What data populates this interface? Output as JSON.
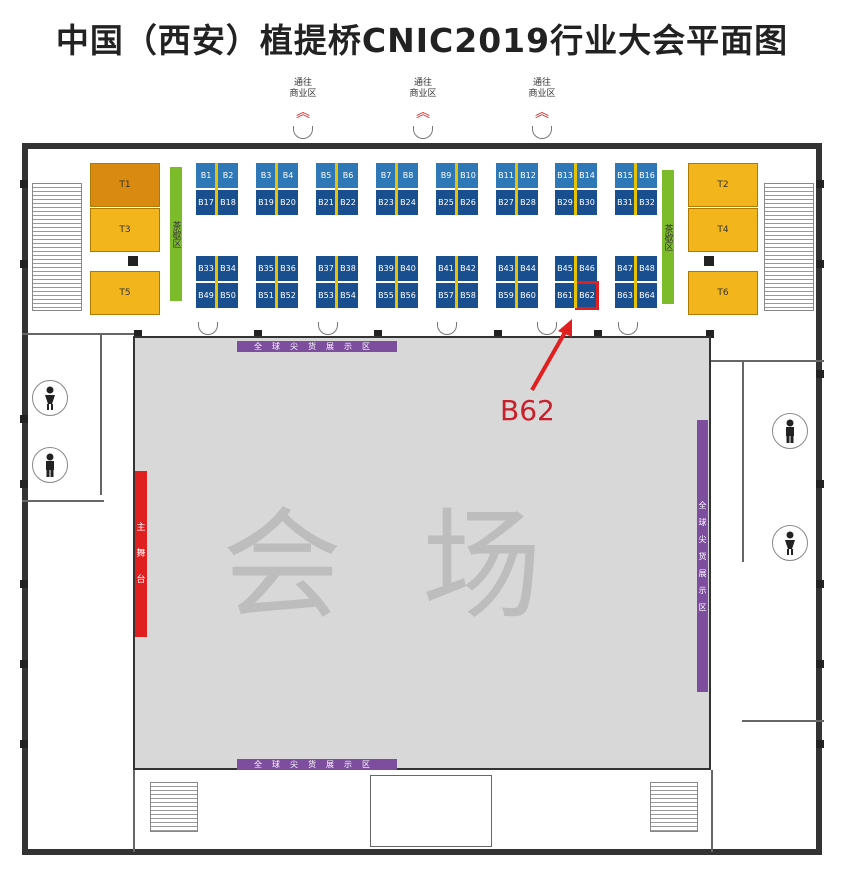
{
  "title": "中国（西安）植提桥CNIC2019行业大会平面图",
  "exits": [
    "通往\n商业区",
    "通往\n商业区",
    "通往\n商业区"
  ],
  "booths_top": [
    [
      "B1",
      "B2",
      "B17",
      "B18"
    ],
    [
      "B3",
      "B4",
      "B19",
      "B20"
    ],
    [
      "B5",
      "B6",
      "B21",
      "B22"
    ],
    [
      "B7",
      "B8",
      "B23",
      "B24"
    ],
    [
      "B9",
      "B10",
      "B25",
      "B26"
    ],
    [
      "B11",
      "B12",
      "B27",
      "B28"
    ],
    [
      "B13",
      "B14",
      "B29",
      "B30"
    ],
    [
      "B15",
      "B16",
      "B31",
      "B32"
    ]
  ],
  "booths_bottom": [
    [
      "B33",
      "B34",
      "B49",
      "B50"
    ],
    [
      "B35",
      "B36",
      "B51",
      "B52"
    ],
    [
      "B37",
      "B38",
      "B53",
      "B54"
    ],
    [
      "B39",
      "B40",
      "B55",
      "B56"
    ],
    [
      "B41",
      "B42",
      "B57",
      "B58"
    ],
    [
      "B43",
      "B44",
      "B59",
      "B60"
    ],
    [
      "B45",
      "B46",
      "B61",
      "B62"
    ],
    [
      "B47",
      "B48",
      "B63",
      "B64"
    ]
  ],
  "tables": {
    "t1": "T1",
    "t2": "T2",
    "t3": "T3",
    "t4": "T4",
    "t5": "T5",
    "t6": "T6"
  },
  "tea_area": "茶歇区",
  "display_area": "全球尖货展示区",
  "display_area_vertical": "全\n球\n尖\n货\n展\n示\n区",
  "main_stage": "主\n舞\n台",
  "hall": "会场",
  "highlight": "B62",
  "colors": {
    "booth": "#1a4f8f",
    "highlight": "#e02020",
    "tea": "#7cbb2a",
    "display": "#7d4d9e",
    "table": "#f3b51c"
  }
}
